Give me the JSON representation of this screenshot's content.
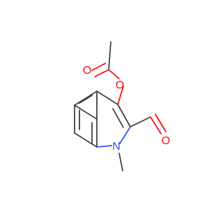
{
  "atoms": {
    "ester_oxygen": {
      "symbol": "O",
      "color": "#ff0d0d"
    },
    "carbonyl_oxygen_acetyl": {
      "symbol": "O",
      "color": "#ff0d0d"
    },
    "aldehyde_oxygen": {
      "symbol": "O",
      "color": "#ff0d0d"
    },
    "ring_nitrogen": {
      "symbol": "N",
      "color": "#3050f8"
    }
  },
  "colors": {
    "bond": "#404040",
    "oxygen": "#ff0d0d",
    "nitrogen": "#3050f8",
    "background": "#ffffff"
  }
}
